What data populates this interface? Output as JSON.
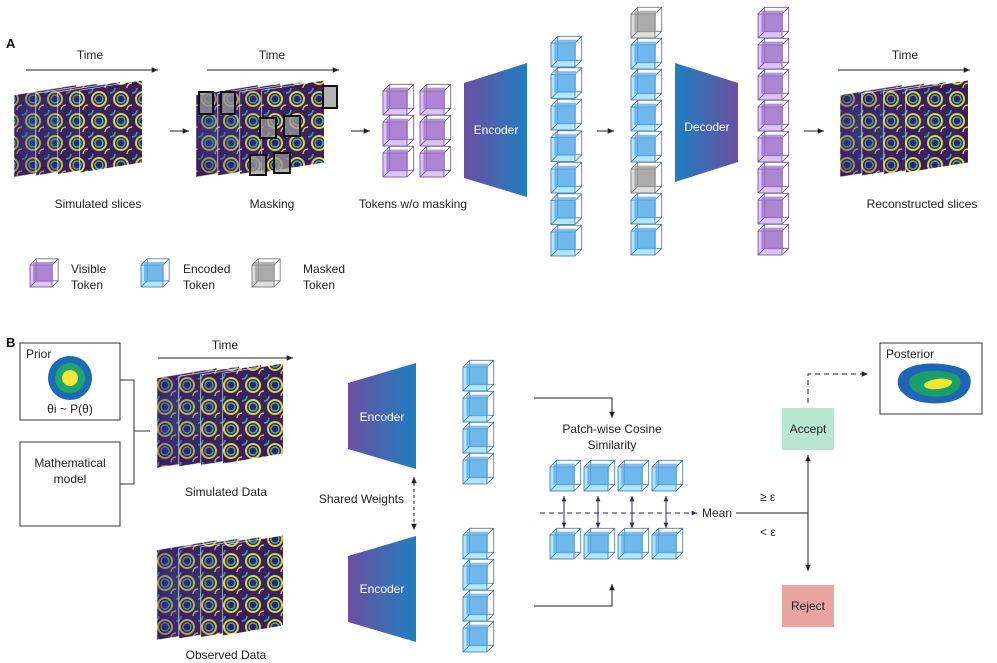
{
  "panel_a": {
    "letter": "A",
    "time_label": "Time",
    "simulated_slices": "Simulated slices",
    "masking": "Masking",
    "tokens_wo_masking": "Tokens w/o masking",
    "encoder": "Encoder",
    "decoder": "Decoder",
    "reconstructed_slices": "Reconstructed slices",
    "legend": {
      "visible": [
        "Visible",
        "Token"
      ],
      "encoded": [
        "Encoded",
        "Token"
      ],
      "masked": [
        "Masked",
        "Token"
      ]
    }
  },
  "panel_b": {
    "letter": "B",
    "prior": "Prior",
    "theta_sample": "θi ~ P(θ)",
    "math_model": [
      "Mathematical",
      "model"
    ],
    "time_label": "Time",
    "simulated_data": "Simulated Data",
    "observed_data": "Observed Data",
    "encoder_top": "Encoder",
    "encoder_bottom": "Encoder",
    "shared_weights": "Shared Weights",
    "cosine": [
      "Patch-wise Cosine",
      "Similarity"
    ],
    "mean": "Mean",
    "ge_eps": "≥ ε",
    "lt_eps": "< ε",
    "accept": "Accept",
    "reject": "Reject",
    "posterior": "Posterior"
  },
  "colors": {
    "visible_token": "#9b72c4",
    "encoded_token": "#5aa8e6",
    "masked_token": "#9a9a9a",
    "encoder_gradient": [
      "#6b4fa0",
      "#1e7fc0"
    ],
    "accept": "#b8e6cf",
    "reject": "#e8a3a3",
    "posterior": [
      "#1e66b5",
      "#1a9e6a",
      "#f0e630"
    ],
    "prior": [
      "#1a6db5",
      "#1ea56d",
      "#f5e63a"
    ]
  }
}
